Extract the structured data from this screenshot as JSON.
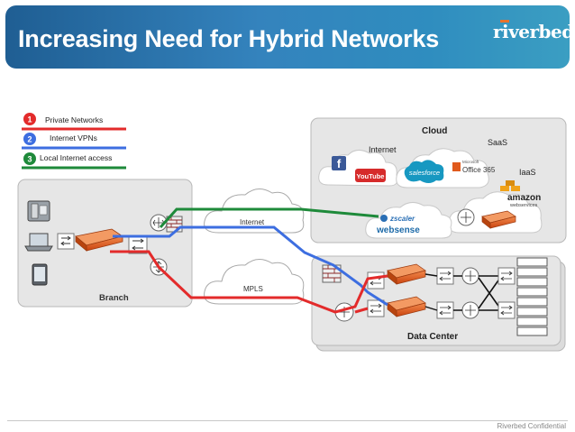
{
  "header": {
    "title": "Increasing Need for Hybrid Networks",
    "logo": "riverbed"
  },
  "legend": {
    "items": [
      {
        "number": "1",
        "label": "Private Networks",
        "color": "#e32b2b"
      },
      {
        "number": "2",
        "label": "Internet VPNs",
        "color": "#3d6ee0"
      },
      {
        "number": "3",
        "label": "Local Internet access",
        "color": "#1e8a3a"
      }
    ]
  },
  "branch": {
    "label": "Branch"
  },
  "clouds": {
    "internet": "Internet",
    "mpls": "MPLS"
  },
  "cloud_panel": {
    "title": "Cloud",
    "internet_label": "Internet",
    "saas_label": "SaaS",
    "iaas_label": "IaaS",
    "logos": {
      "facebook": "f",
      "youtube": "YouTube",
      "salesforce": "salesforce",
      "office365": "Office 365",
      "microsoft": "Microsoft",
      "amazon": "amazon",
      "amazon_sub": "webservices",
      "zscaler": "zscaler",
      "websense": "websense"
    }
  },
  "datacenter": {
    "label": "Data Center"
  },
  "footer": {
    "text": "Riverbed Confidential"
  },
  "colors": {
    "private": "#e32b2b",
    "vpn": "#3d6ee0",
    "local": "#1e8a3a",
    "appliance": "#e2571c",
    "panel": "#e6e6e6"
  }
}
